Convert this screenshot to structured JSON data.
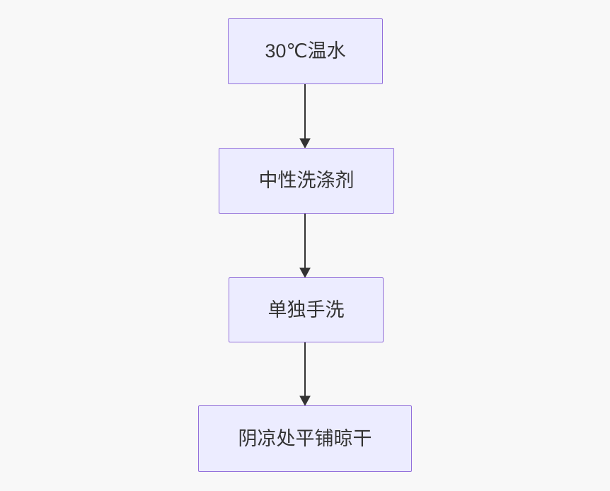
{
  "diagram": {
    "type": "flowchart",
    "direction": "top-down",
    "nodes": [
      {
        "id": "step-1",
        "label": "30℃温水"
      },
      {
        "id": "step-2",
        "label": "中性洗涤剂"
      },
      {
        "id": "step-3",
        "label": "单独手洗"
      },
      {
        "id": "step-4",
        "label": "阴凉处平铺晾干"
      }
    ],
    "edges": [
      {
        "from": "step-1",
        "to": "step-2",
        "style": "arrow-down"
      },
      {
        "from": "step-2",
        "to": "step-3",
        "style": "arrow-down"
      },
      {
        "from": "step-3",
        "to": "step-4",
        "style": "arrow-down"
      }
    ],
    "colors": {
      "background": "#F8F8F8",
      "node_fill": "#ECECFF",
      "node_border": "#9370DB",
      "arrow": "#333333",
      "text": "#333333"
    }
  }
}
